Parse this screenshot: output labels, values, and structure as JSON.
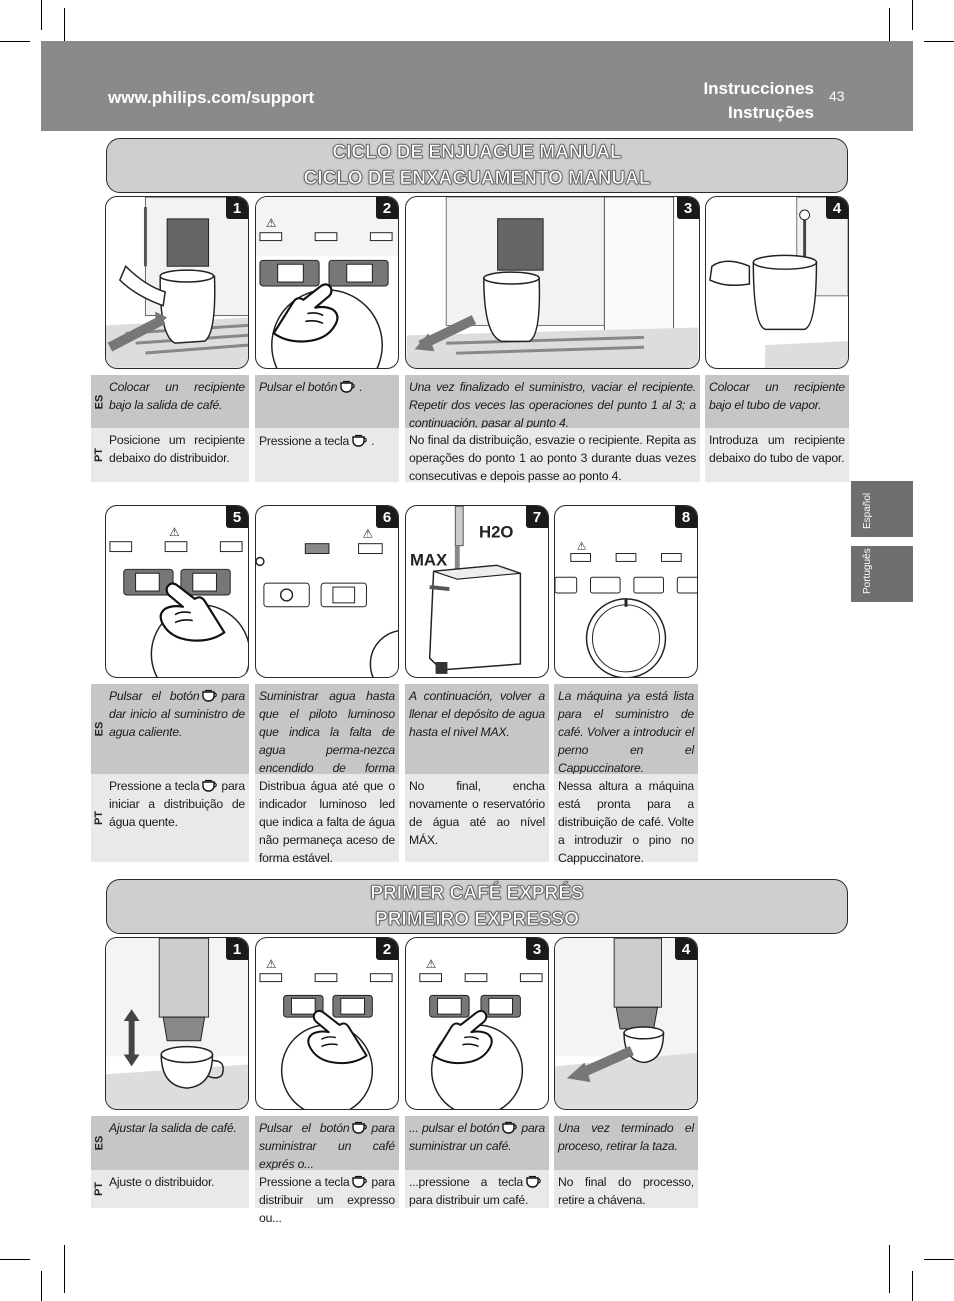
{
  "header": {
    "url": "www.philips.com/support",
    "title_es": "Instrucciones",
    "title_pt": "Instruções",
    "page_number": "43"
  },
  "side_tabs": [
    "Español",
    "Português"
  ],
  "section1": {
    "title_es": "CICLO DE ENJUAGUE MANUAL",
    "title_pt": "CICLO DE ENXAGUAMENTO MANUAL",
    "steps": [
      {
        "n": "1",
        "es": "Colocar un recipiente bajo la salida de café.",
        "pt": "Posicione um recipiente debaixo do distribuidor."
      },
      {
        "n": "2",
        "es_a": "Pulsar el botón",
        "es_b": ".",
        "pt_a": "Pressione a tecla",
        "pt_b": "."
      },
      {
        "n": "3",
        "es": "Una vez finalizado el suministro, vaciar el recipiente. Repetir dos veces las operaciones del punto 1 al 3; a continuación, pasar al punto 4.",
        "pt": "No final da distribuição, esvazie o recipiente. Repita as operações do ponto 1 ao ponto 3 durante duas vezes consecutivas e depois passe ao ponto 4."
      },
      {
        "n": "4",
        "es": "Colocar un recipiente bajo el tubo de vapor.",
        "pt": "Introduza um recipiente debaixo do tubo de vapor."
      },
      {
        "n": "5",
        "es_a": "Pulsar el botón",
        "es_b": "para dar inicio al suministro de agua caliente.",
        "pt_a": "Pressione a tecla",
        "pt_b": "para iniciar a distribuição de água quente."
      },
      {
        "n": "6",
        "es": "Suministrar agua hasta que el piloto luminoso que indica la falta de agua perma-nezca encendido de forma constante.",
        "pt": "Distribua água até que o indicador luminoso led que indica a falta de água não permaneça aceso de forma estável."
      },
      {
        "n": "7",
        "es": "A continuación, volver a llenar el depósito de agua hasta el nivel MAX.",
        "pt": "No final, encha novamente o reservatório de água até ao nível MÁX.",
        "label_h2o": "H2O",
        "label_max": "MAX"
      },
      {
        "n": "8",
        "es": "La máquina ya está lista para el suministro de café. Volver a introducir el perno en el Cappuccinatore.",
        "pt": "Nessa altura a máquina está pronta para a distribuição de café. Volte a introduzir o pino no Cappuccinatore."
      }
    ]
  },
  "section2": {
    "title_es": "PRIMER CAFÉ EXPRÉS",
    "title_pt": "PRIMEIRO EXPRESSO",
    "steps": [
      {
        "n": "1",
        "es": "Ajustar la salida de café.",
        "pt": "Ajuste o distribuidor."
      },
      {
        "n": "2",
        "es_a": "Pulsar el botón",
        "es_b": "para suministrar un café exprés o...",
        "pt_a": "Pressione a tecla",
        "pt_b": "para distribuir um expresso ou..."
      },
      {
        "n": "3",
        "es_a": "... pulsar el botón",
        "es_b": "para suministrar un café.",
        "pt_a": "...pressione a tecla",
        "pt_b": "para distribuir um café."
      },
      {
        "n": "4",
        "es": "Una vez terminado el proceso, retirar la taza.",
        "pt": "No final do processo, retire a chávena."
      }
    ]
  },
  "lang_labels": {
    "es": "ES",
    "pt": "PT"
  },
  "colors": {
    "header": "#8a8a8a",
    "es_bg": "#c6c6c6",
    "pt_bg": "#e9e9e9",
    "banner": "#cfcfcf",
    "tab": "#6f6f6f"
  }
}
